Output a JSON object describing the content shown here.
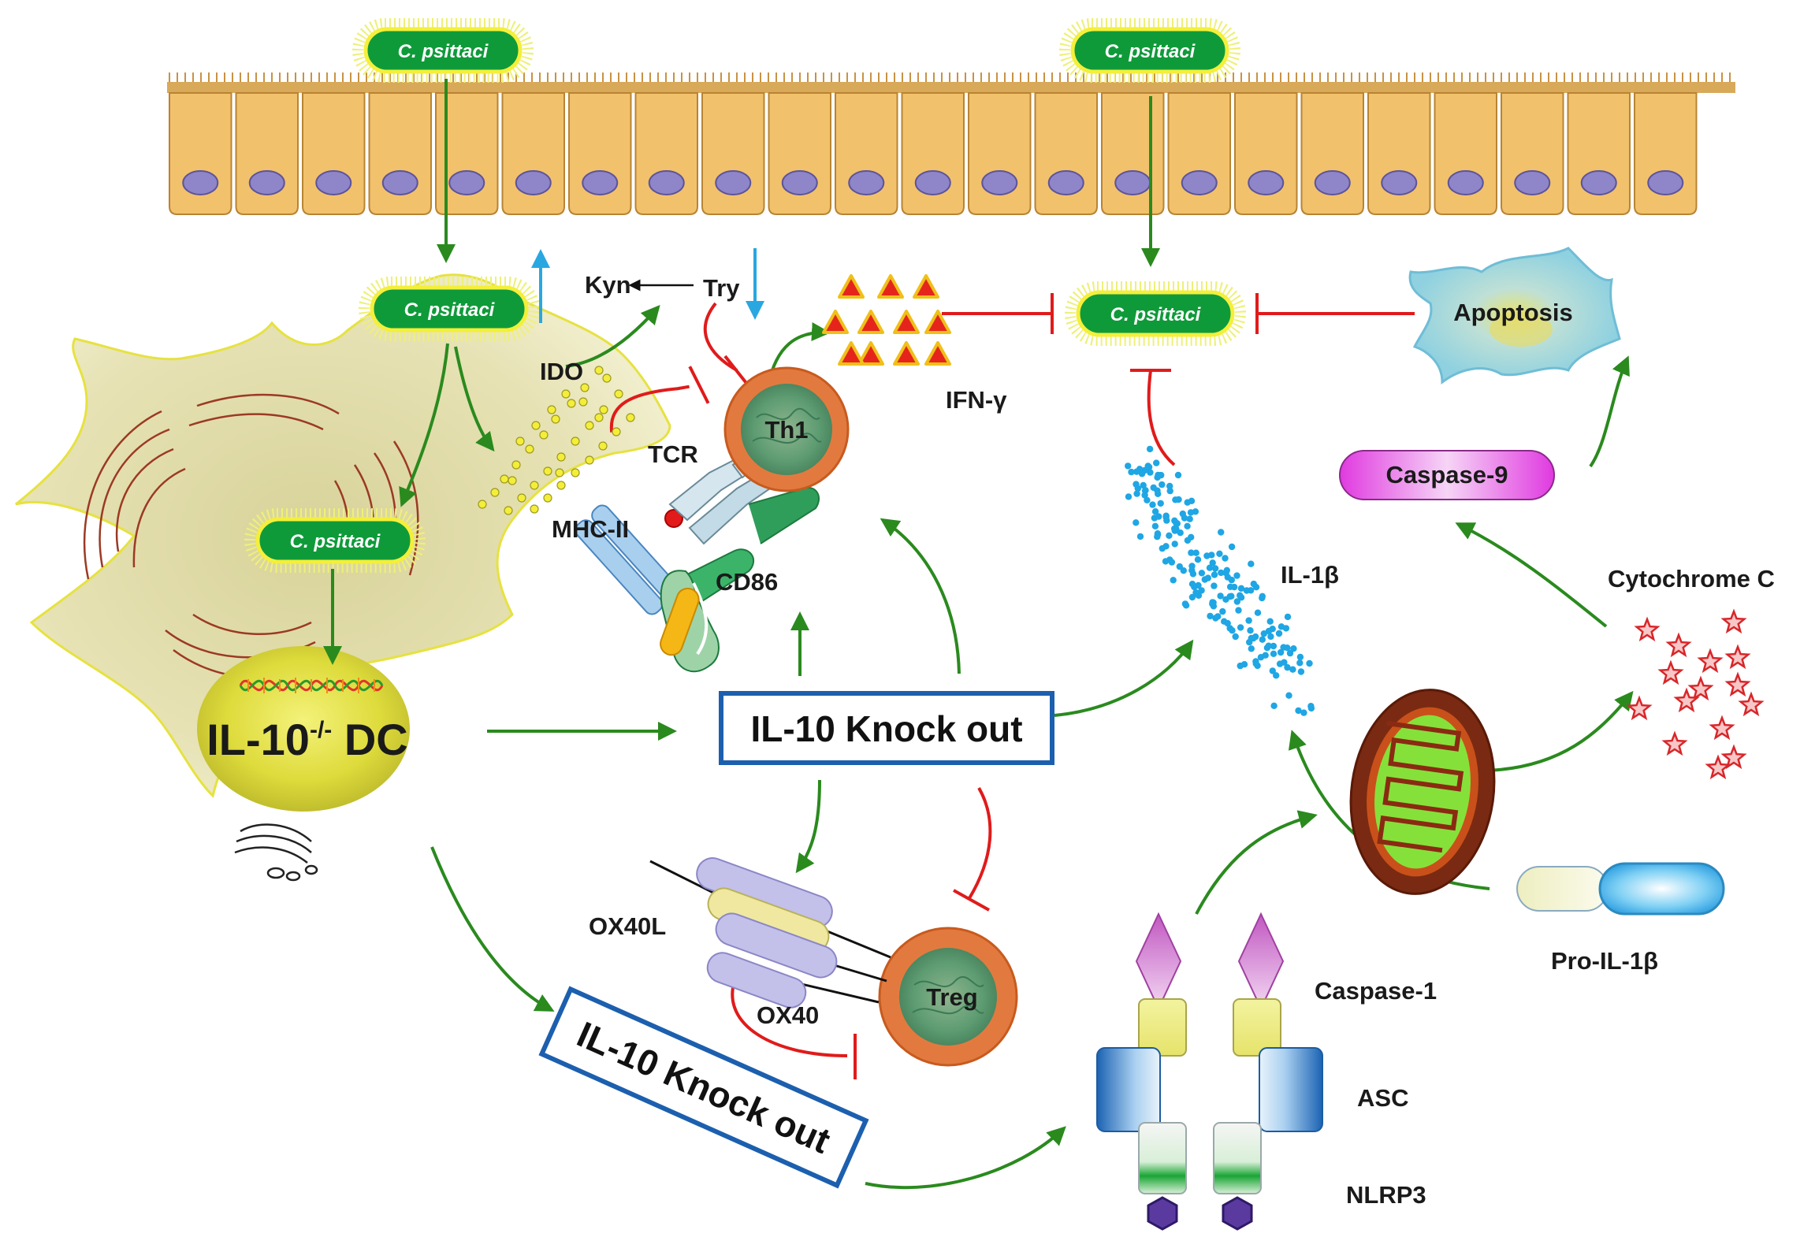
{
  "labels": {
    "bacterium": "C. psittaci",
    "kyn": "Kyn",
    "try": "Try",
    "ido": "IDO",
    "ifn_gamma": "IFN-γ",
    "th1": "Th1",
    "tcr": "TCR",
    "mhc_ii": "MHC-II",
    "cd86": "CD86",
    "dc_prefix": "IL-10",
    "dc_sup": "-/-",
    "dc_suffix": " DC",
    "knockout": "IL-10 Knock out",
    "ox40l": "OX40L",
    "ox40": "OX40",
    "treg": "Treg",
    "apoptosis": "Apoptosis",
    "caspase9": "Caspase-9",
    "il1b": "IL-1β",
    "cytochrome_c": "Cytochrome C",
    "caspase1": "Caspase-1",
    "asc": "ASC",
    "nlrp3": "NLRP3",
    "pro_il1b": "Pro-IL-1β"
  },
  "colors": {
    "activation_arrow": "#2a8a1e",
    "inhibition_line": "#e01b1b",
    "regulation_arrow": "#29a7e1",
    "bacterium_fill": "#0f9a3a",
    "knockout_border": "#1c5fae",
    "epithelium": "#f2c16c"
  }
}
